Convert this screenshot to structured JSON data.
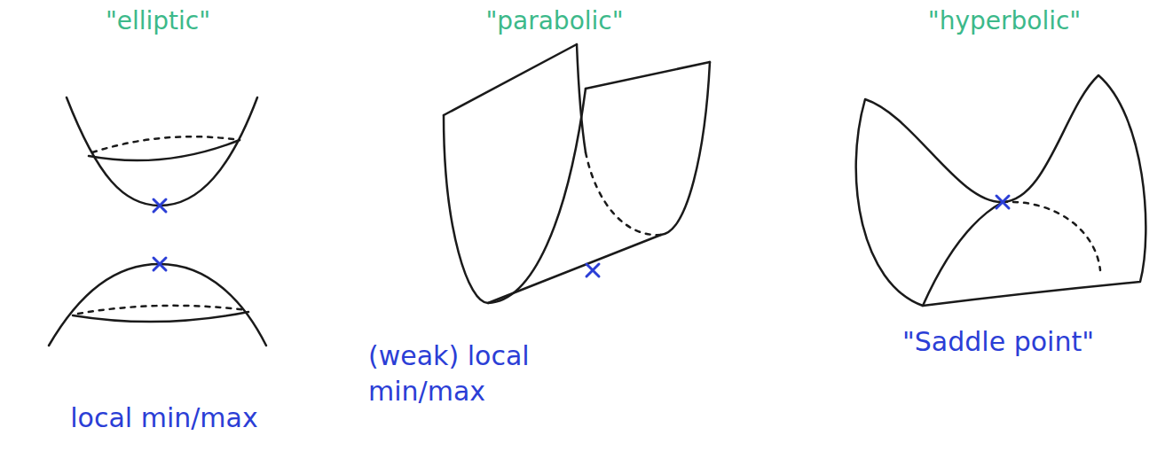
{
  "diagram": {
    "labels": [
      "\"elliptic\"",
      "\"parabolic\"",
      "\"hyperbolic\"",
      "local min/max",
      "(weak) local min/max",
      "\"Saddle point\""
    ]
  }
}
